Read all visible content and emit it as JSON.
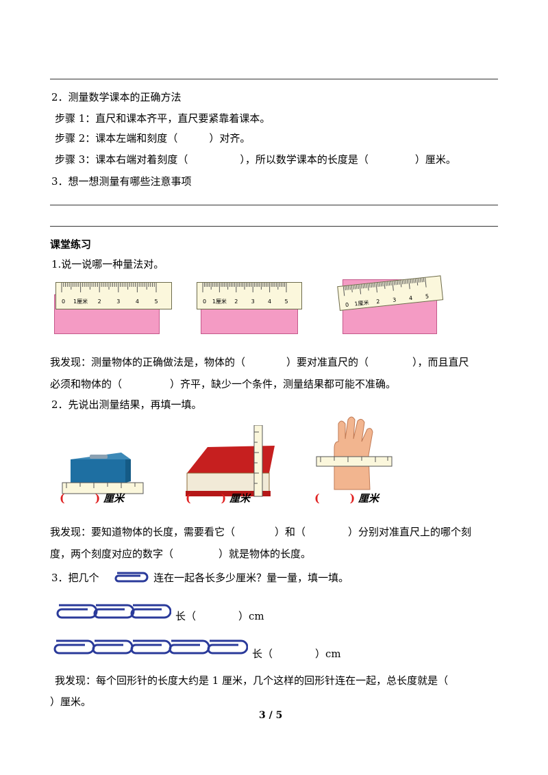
{
  "section2": {
    "title": "2．测量数学课本的正确方法",
    "step1": "步骤 1：直尺和课本齐平，直尺要紧靠着课本。",
    "step2_a": "步骤 2：课本左端和刻度（",
    "step2_b": "）对齐。",
    "step3_a": "步骤 3：课本右端对着刻度（",
    "step3_b": "），所以数学课本的长度是（",
    "step3_c": "）厘米。",
    "item3": "3．想一想测量有哪些注意事项"
  },
  "practice": {
    "heading": "课堂练习",
    "q1": "1.说一说哪一种量法对。",
    "ruler_labels": [
      "0",
      "1厘米",
      "2",
      "3",
      "4",
      "5"
    ],
    "finding1_line1_a": "我发现：测量物体的正确做法是，物体的（",
    "finding1_line1_b": "）要对准直尺的（",
    "finding1_line1_c": "），而且直尺",
    "finding1_line2_a": "必须和物体的（",
    "finding1_line2_b": "）齐平，缺少一个条件，测量结果都可能不准确。",
    "q2": "2．先说出测量结果，再填一填。",
    "unit_label": "厘米",
    "finding2_line1_a": "我发现：要知道物体的长度，需要看它（",
    "finding2_line1_b": "）和（",
    "finding2_line1_c": "）分别对准直尺上的哪个刻",
    "finding2_line2_a": "度，两个刻度对应的数字（",
    "finding2_line2_b": "）就是物体的长度。",
    "q3_a": "3．把几个",
    "q3_b": "连在一起各长多少厘米？量一量，填一填。",
    "len_prefix": "长（",
    "len_suffix": "）cm",
    "finding3_line1": "我发现：每个回形针的长度大约是 1 厘米，几个这样的回形针连在一起，总长度就是（",
    "finding3_line2": "）厘米。"
  },
  "page_number": "3 / 5",
  "colors": {
    "pink": "#f49bc4",
    "ruler": "#fbf7dc",
    "clip_blue": "#2a3a9a",
    "red_paren": "#e02020"
  }
}
